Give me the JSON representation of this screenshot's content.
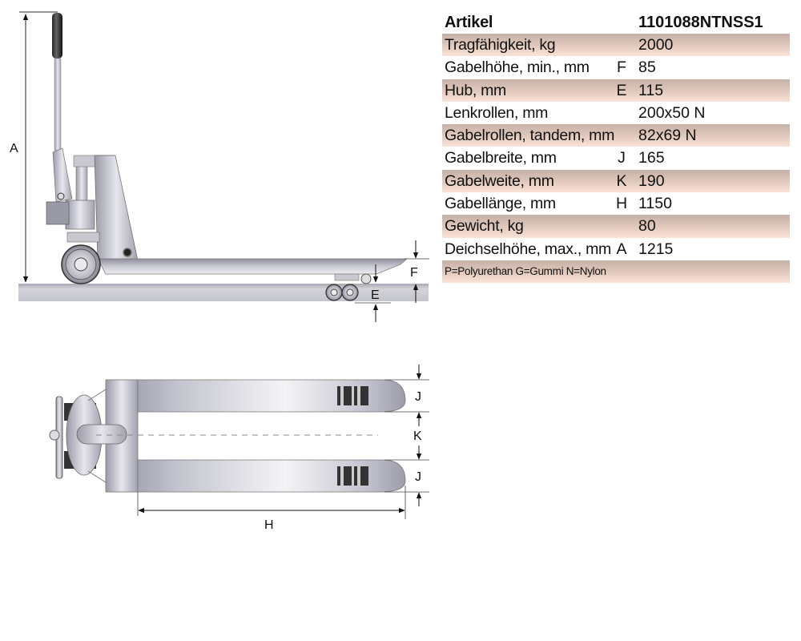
{
  "spec_table": {
    "header": {
      "label": "Artikel",
      "value": "1101088NTNSS1"
    },
    "rows": [
      {
        "label": "Tragfähigkeit, kg",
        "key": "",
        "value": "2000",
        "shaded": true
      },
      {
        "label": "Gabelhöhe, min., mm",
        "key": "F",
        "value": "85",
        "shaded": false
      },
      {
        "label": "Hub, mm",
        "key": "E",
        "value": "115",
        "shaded": true
      },
      {
        "label": "Lenkrollen, mm",
        "key": "",
        "value": "200x50 N",
        "shaded": false
      },
      {
        "label": "Gabelrollen, tandem, mm",
        "key": "",
        "value": "82x69 N",
        "shaded": true
      },
      {
        "label": "Gabelbreite, mm",
        "key": "J",
        "value": "165",
        "shaded": false
      },
      {
        "label": "Gabelweite, mm",
        "key": "K",
        "value": "190",
        "shaded": true
      },
      {
        "label": "Gabellänge, mm",
        "key": "H",
        "value": "1150",
        "shaded": false
      },
      {
        "label": "Gewicht, kg",
        "key": "",
        "value": "80",
        "shaded": true
      },
      {
        "label": "Deichselhöhe, max., mm",
        "key": "A",
        "value": "1215",
        "shaded": false
      }
    ],
    "footnote": "P=Polyurethan G=Gummi N=Nylon"
  },
  "drawing": {
    "side_view": {
      "dimension_labels": {
        "A": "A",
        "F": "F",
        "E": "E"
      }
    },
    "top_view": {
      "dimension_labels": {
        "J_top": "J",
        "K": "K",
        "J_bottom": "J",
        "H": "H"
      }
    }
  },
  "colors": {
    "row_shade_top": "#c6b1a7",
    "row_shade_bottom": "#fbe4d7",
    "steel": "#b8b9c6",
    "floor": "#c9c9cf"
  }
}
